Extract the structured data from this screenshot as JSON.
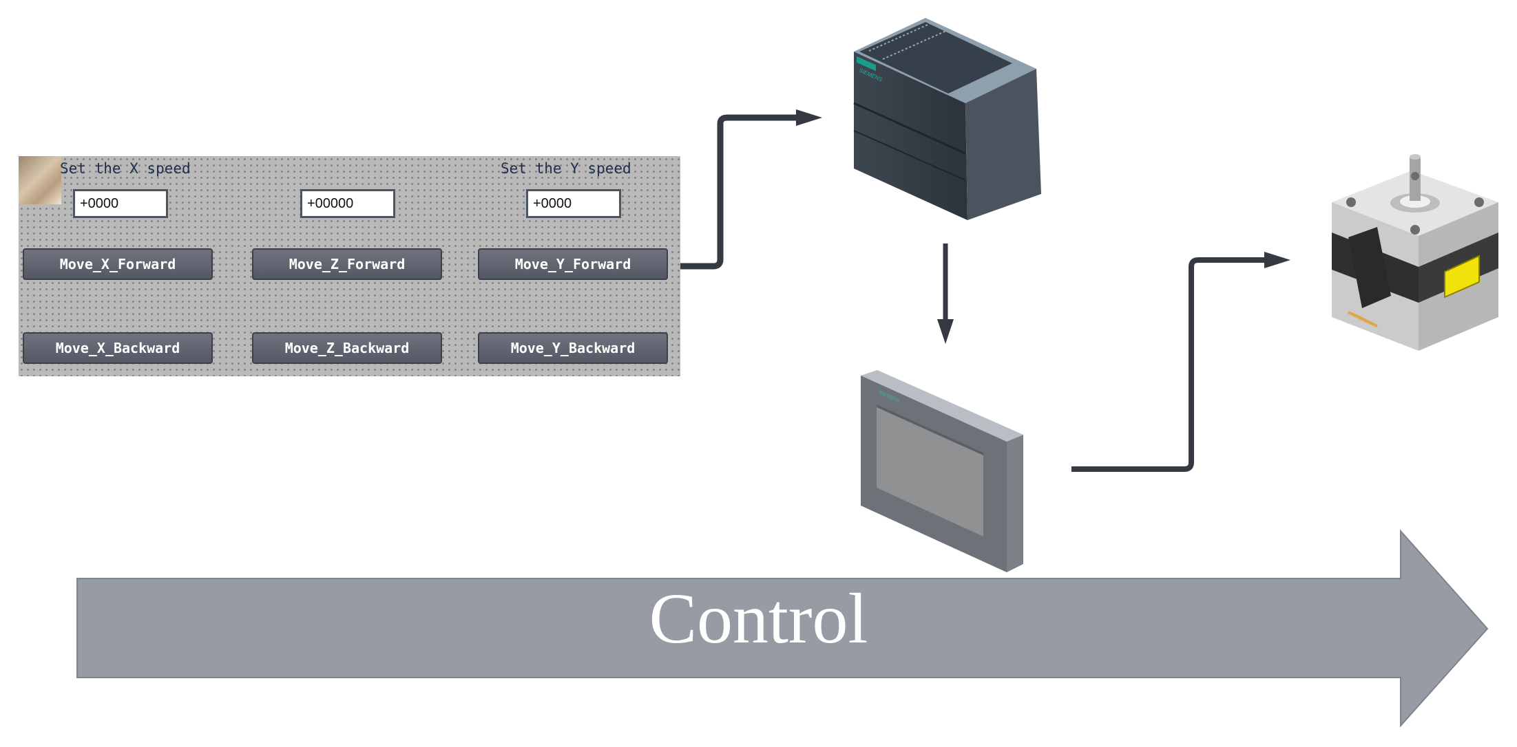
{
  "hmi_panel": {
    "label_x": "Set the X speed",
    "label_y": "Set the Y speed",
    "field_x": "+0000",
    "field_z": "+00000",
    "field_y": "+0000",
    "buttons": {
      "x_forward": "Move_X_Forward",
      "z_forward": "Move_Z_Forward",
      "y_forward": "Move_Y_Forward",
      "x_backward": "Move_X_Backward",
      "z_backward": "Move_Z_Backward",
      "y_backward": "Move_Y_Backward"
    }
  },
  "devices": {
    "plc_brand": "SIEMENS",
    "hmi_brand": "SIEMENS"
  },
  "control_label": "Control",
  "colors": {
    "connector": "#353a42",
    "control_arrow": "#969ba4",
    "panel_background": "#b9b9b9",
    "button": "#5e626d",
    "motor_accent": "#f2e20c"
  }
}
